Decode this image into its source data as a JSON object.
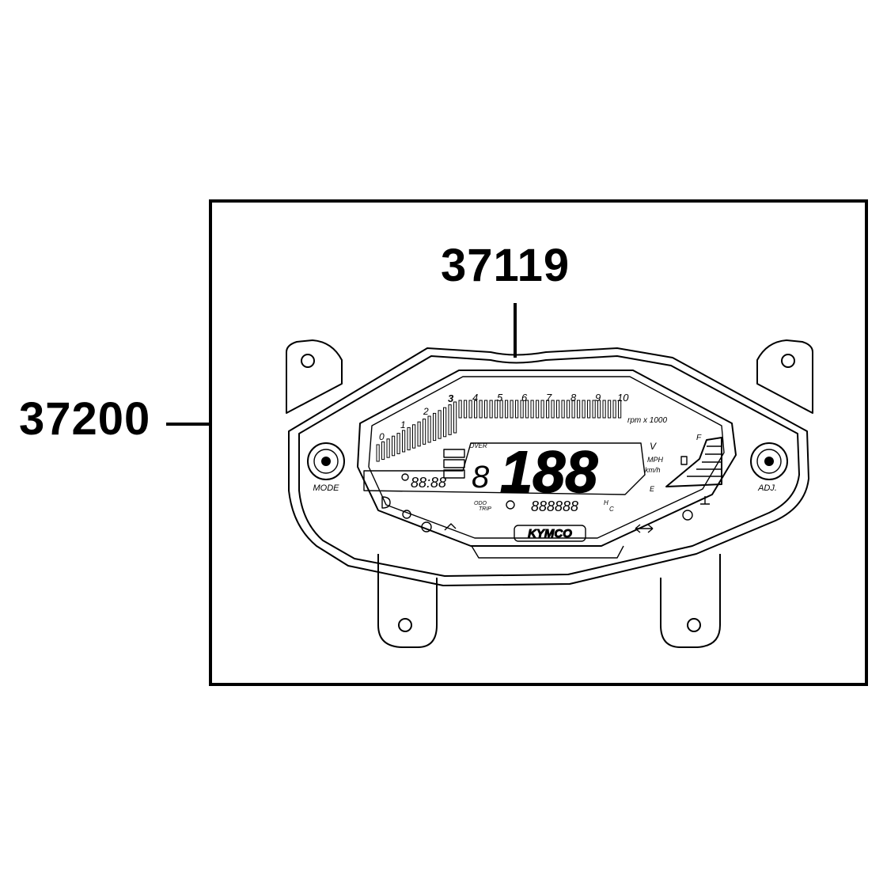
{
  "callouts": {
    "assembly": "37200",
    "lens": "37119"
  },
  "dashboard": {
    "tach_numbers": [
      "0",
      "1",
      "2",
      "3",
      "4",
      "5",
      "6",
      "7",
      "8",
      "9",
      "10"
    ],
    "rpm_unit": "rpm x 1000",
    "brand": "KYMCO",
    "left_button": "MODE",
    "right_button": "ADJ.",
    "speed_units": [
      "MPH",
      "km/h"
    ],
    "clock": "88:88",
    "gear": "8",
    "speed": "188",
    "odometer": "888888",
    "trip_labels": [
      "ODO",
      "TRIP"
    ],
    "temp_labels": [
      "H",
      "C"
    ],
    "fuel_labels": [
      "F",
      "E"
    ],
    "voltage_unit": "V",
    "status_label": "OVER"
  }
}
